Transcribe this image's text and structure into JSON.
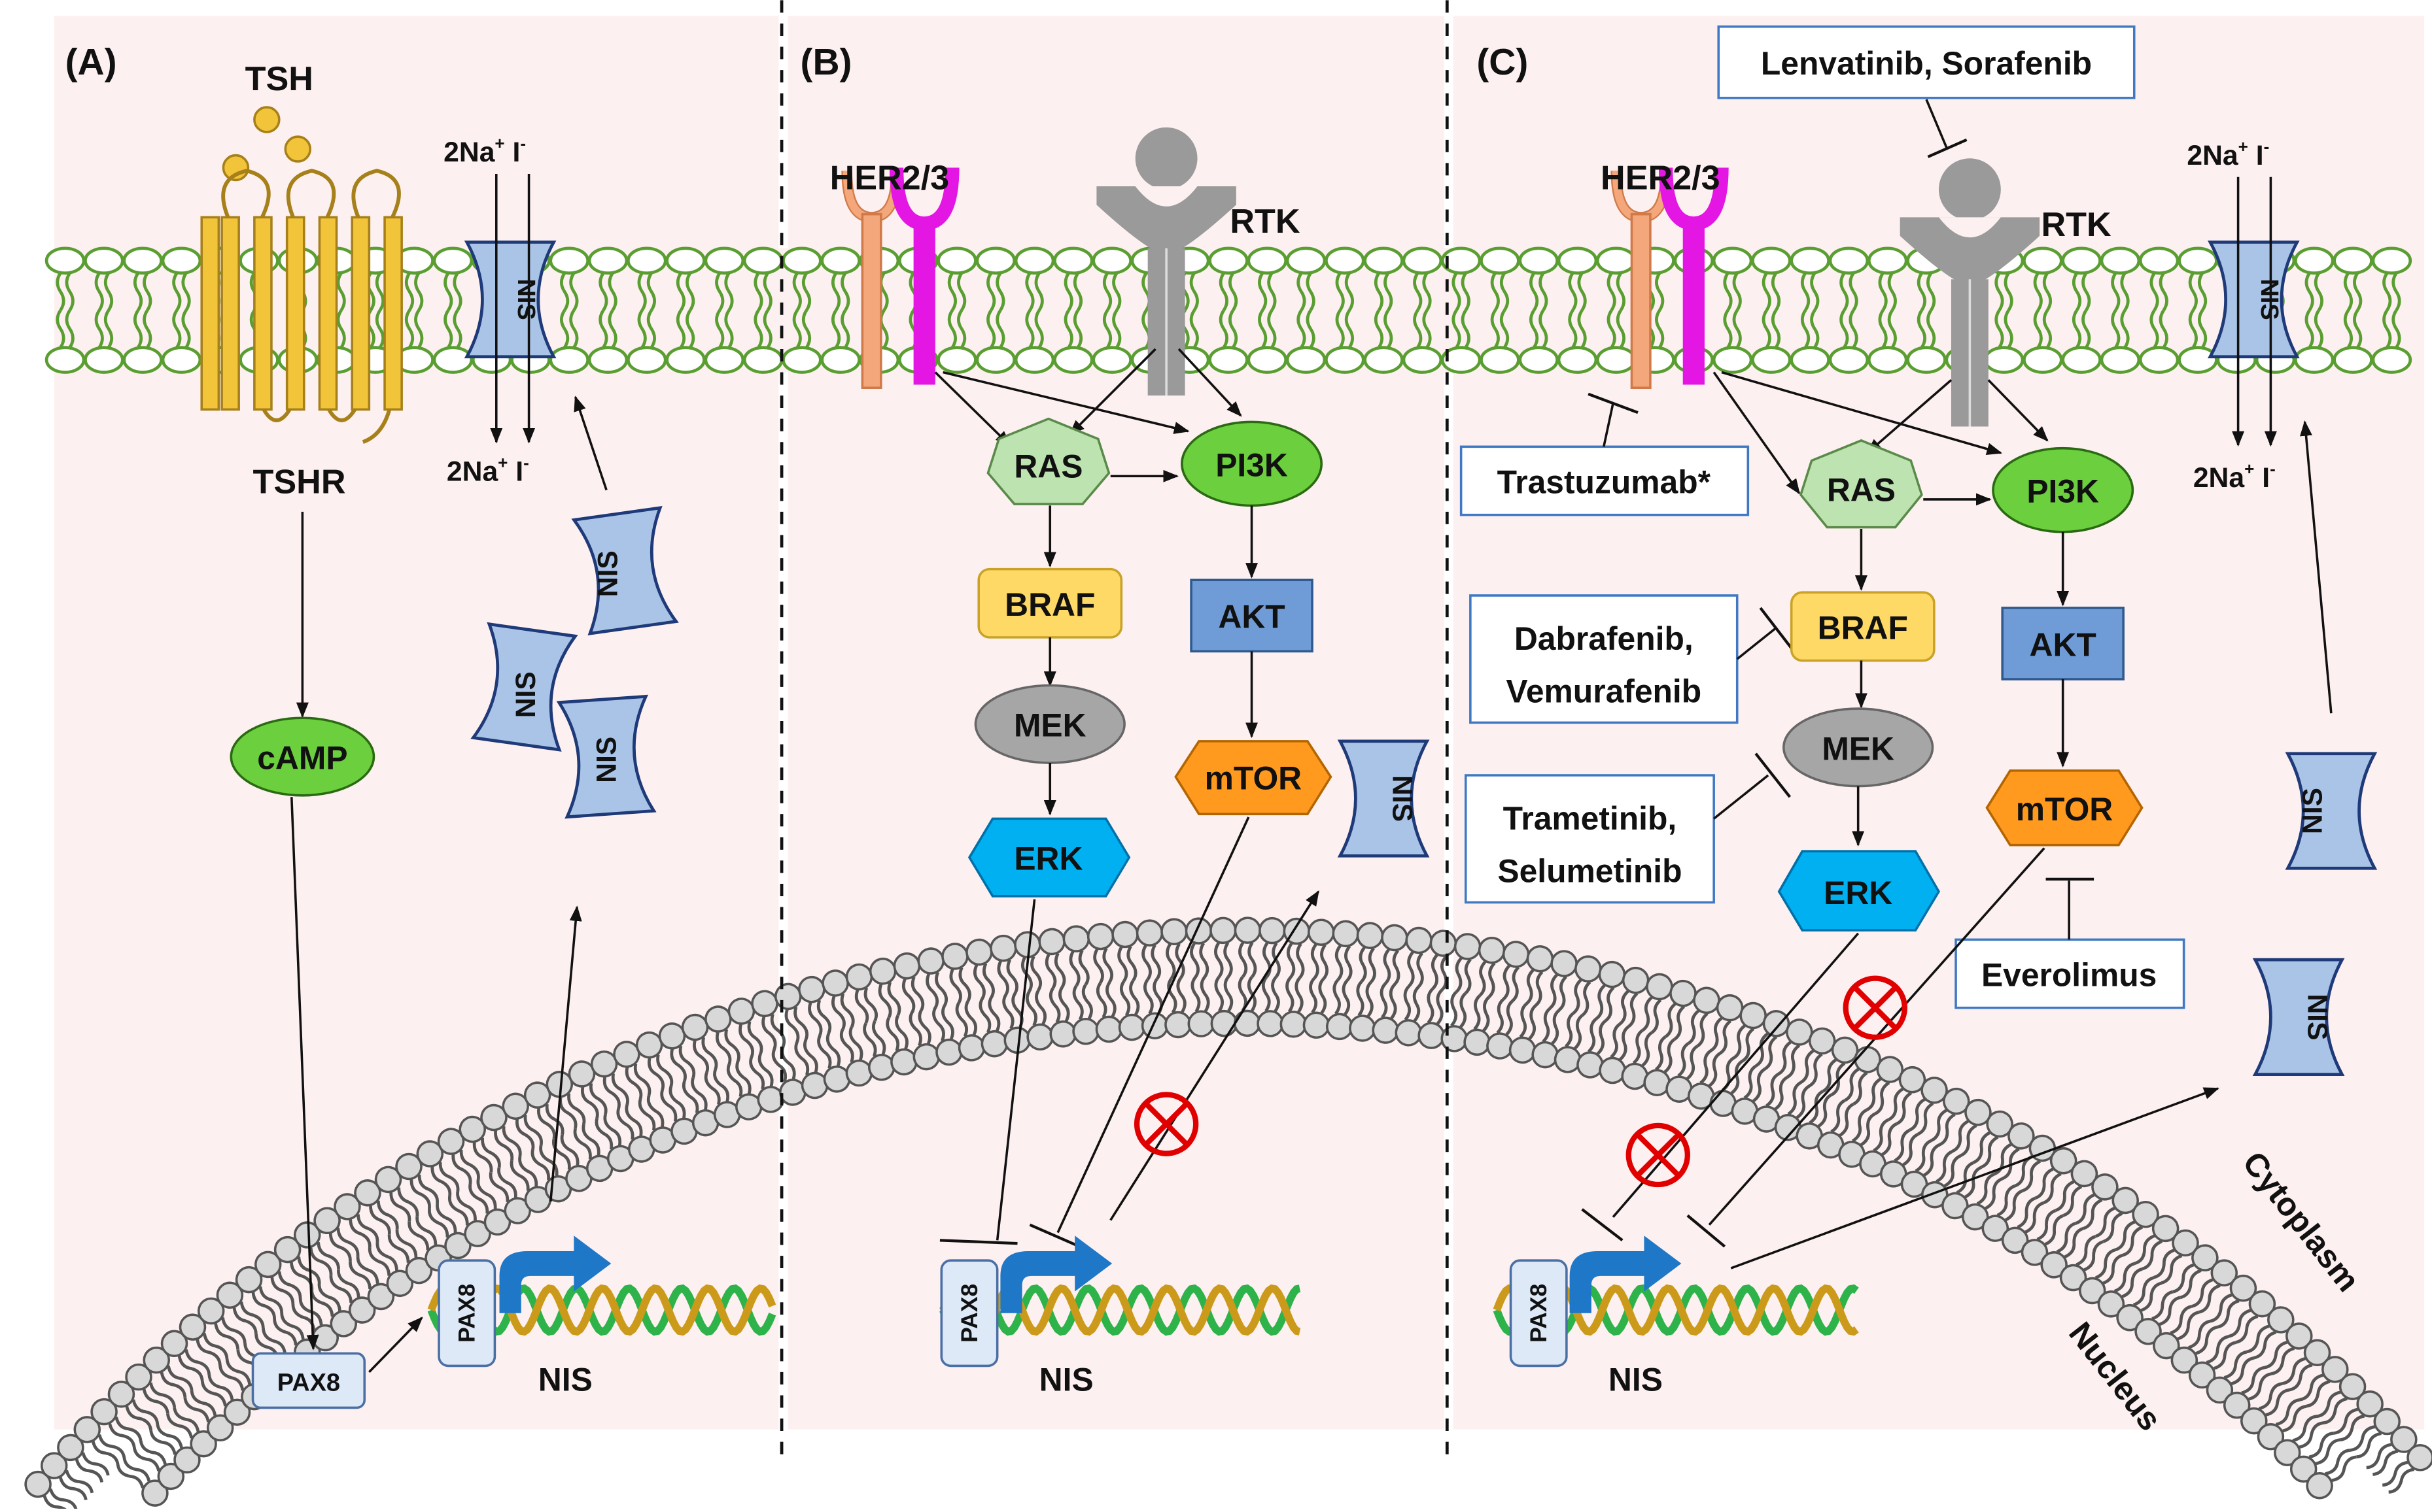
{
  "panels": {
    "a": "(A)",
    "b": "(B)",
    "c": "(C)"
  },
  "panel_a": {
    "tsh": "TSH",
    "tshr": "TSHR",
    "na_top": "2Na",
    "i_top": "I",
    "na_bottom": "2Na",
    "i_bottom": "I",
    "nis_membrane": "NIS",
    "nis_1": "NIS",
    "nis_2": "NIS",
    "nis_3": "NIS",
    "camp": "cAMP",
    "pax8_box": "PAX8",
    "pax8_gene": "PAX8",
    "nis_gene": "NIS"
  },
  "panel_b": {
    "her": "HER2/3",
    "rtk": "RTK",
    "ras": "RAS",
    "pi3k": "PI3K",
    "braf": "BRAF",
    "akt": "AKT",
    "mek": "MEK",
    "mtor": "mTOR",
    "erk": "ERK",
    "nis_cyto": "NIS",
    "pax8_gene": "PAX8",
    "nis_gene": "NIS"
  },
  "panel_c": {
    "lenvatinib": "Lenvatinib, Sorafenib",
    "her": "HER2/3",
    "rtk": "RTK",
    "na_top": "2Na",
    "i_top": "I",
    "na_bottom": "2Na",
    "i_bottom": "I",
    "nis_membrane": "NIS",
    "trastuzumab": "Trastuzumab*",
    "ras": "RAS",
    "pi3k": "PI3K",
    "dabrafenib_1": "Dabrafenib,",
    "dabrafenib_2": "Vemurafenib",
    "braf": "BRAF",
    "akt": "AKT",
    "mek": "MEK",
    "trametinib_1": "Trametinib,",
    "trametinib_2": "Selumetinib",
    "mtor": "mTOR",
    "erk": "ERK",
    "everolimus": "Everolimus",
    "nis_1": "NIS",
    "nis_2": "NIS",
    "pax8_gene": "PAX8",
    "nis_gene": "NIS",
    "cytoplasm": "Cytoplasm",
    "nucleus": "Nucleus"
  },
  "colors": {
    "background": "#fdf0f0",
    "membrane": "#5a9e32",
    "nis": "#a9c4e6",
    "nis_outline": "#1f3a78",
    "tshr": "#f2c43a",
    "camp": "#6ccf3e",
    "her2": "#f4a77a",
    "her3": "#e316e3",
    "rtk": "#9a9a9a",
    "ras": "#bde3b0",
    "pi3k": "#6ccf3e",
    "braf": "#ffd966",
    "akt": "#6f9cd6",
    "mek": "#a6a6a6",
    "mtor": "#ff9a1f",
    "erk": "#00b0f0",
    "pax8": "#dde9f7",
    "dna_green": "#2db34a",
    "dna_gold": "#cc9a1a",
    "promoter_arrow": "#1f77c7",
    "block_red": "#e00000"
  }
}
